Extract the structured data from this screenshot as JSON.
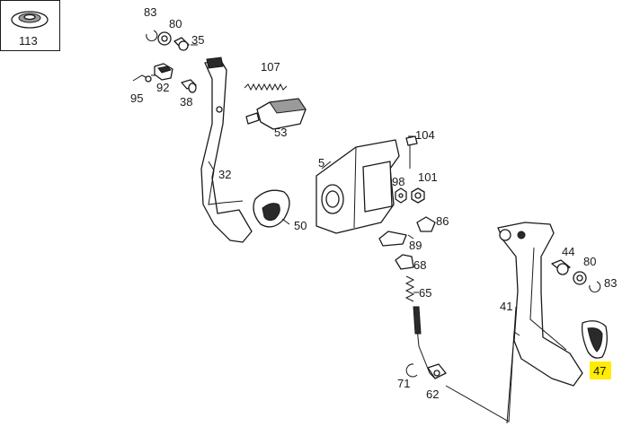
{
  "callouts": [
    {
      "id": "c113",
      "label": "113"
    },
    {
      "id": "c83a",
      "label": "83"
    },
    {
      "id": "c80a",
      "label": "80"
    },
    {
      "id": "c35",
      "label": "35"
    },
    {
      "id": "c107",
      "label": "107"
    },
    {
      "id": "c92",
      "label": "92"
    },
    {
      "id": "c95",
      "label": "95"
    },
    {
      "id": "c38",
      "label": "38"
    },
    {
      "id": "c53",
      "label": "53"
    },
    {
      "id": "c32",
      "label": "32"
    },
    {
      "id": "c50",
      "label": "50"
    },
    {
      "id": "c5",
      "label": "5"
    },
    {
      "id": "c104",
      "label": "104"
    },
    {
      "id": "c98",
      "label": "98"
    },
    {
      "id": "c101",
      "label": "101"
    },
    {
      "id": "c86",
      "label": "86"
    },
    {
      "id": "c89",
      "label": "89"
    },
    {
      "id": "c68",
      "label": "68"
    },
    {
      "id": "c65",
      "label": "65"
    },
    {
      "id": "c44",
      "label": "44"
    },
    {
      "id": "c80b",
      "label": "80"
    },
    {
      "id": "c83b",
      "label": "83"
    },
    {
      "id": "c41",
      "label": "41"
    },
    {
      "id": "c47",
      "label": "47",
      "highlighted": true
    },
    {
      "id": "c71",
      "label": "71"
    },
    {
      "id": "c62",
      "label": "62"
    }
  ],
  "colors": {
    "highlight": "#ffec00",
    "line": "#1a1a1a",
    "background": "#ffffff"
  }
}
